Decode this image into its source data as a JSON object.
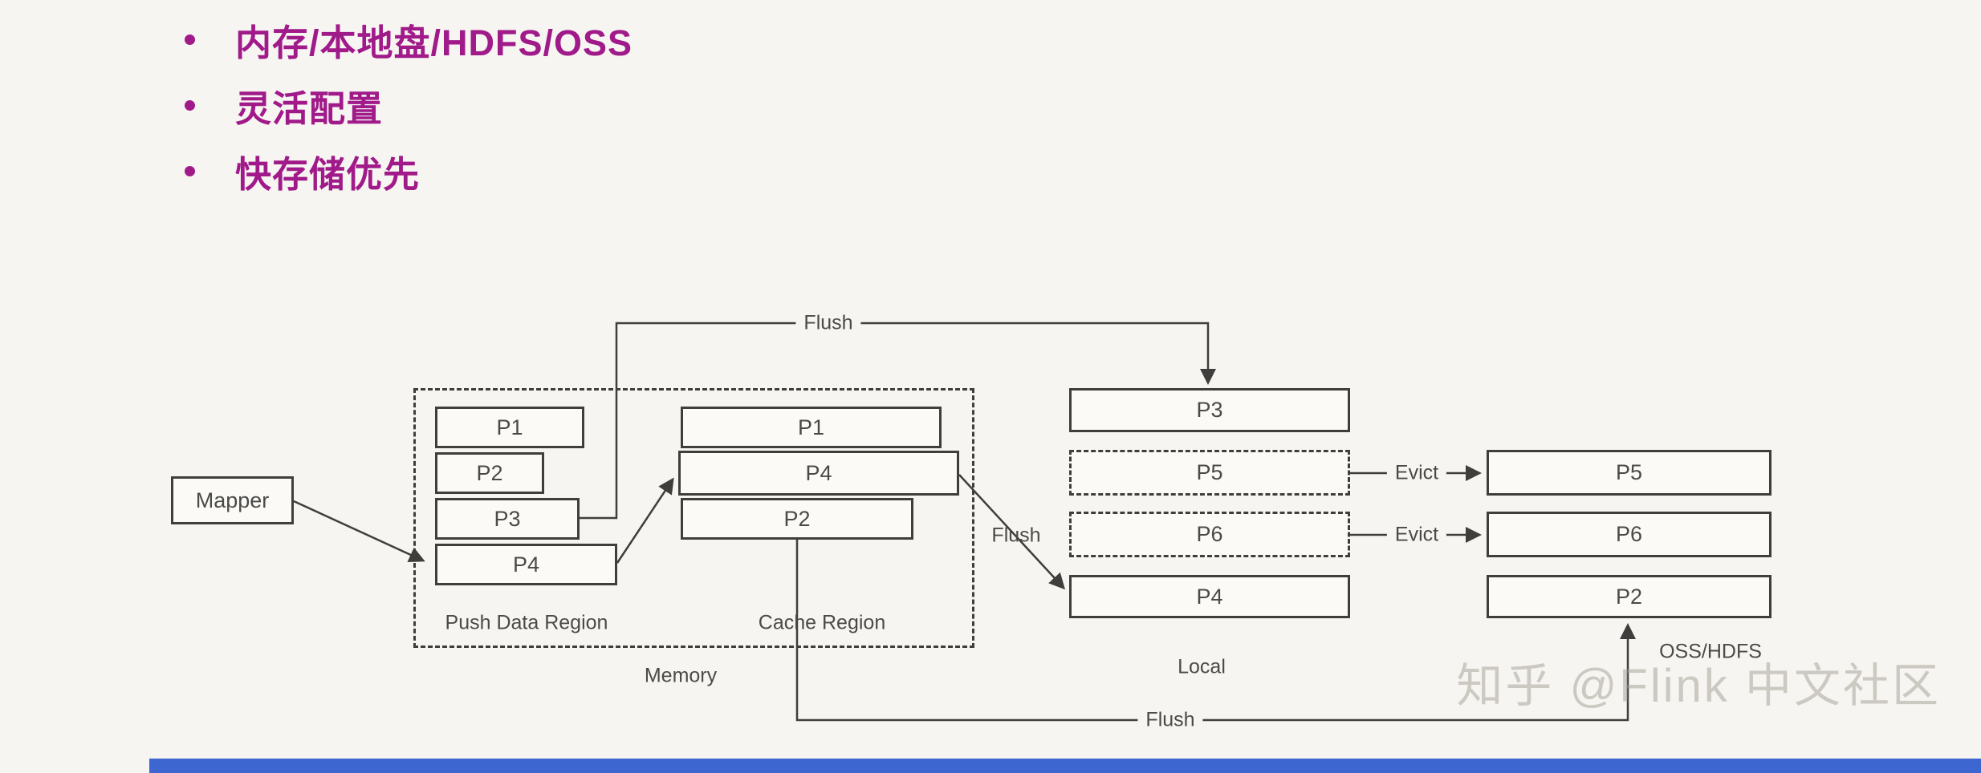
{
  "colors": {
    "accent": "#A01A8A",
    "footer": "#3E66D0",
    "watermark": "rgba(162,156,148,0.5)"
  },
  "bullets": {
    "items": [
      "内存/本地盘/HDFS/OSS",
      "灵活配置",
      "快存储优先"
    ]
  },
  "diagram": {
    "mapper": {
      "label": "Mapper"
    },
    "memory": {
      "label": "Memory",
      "push_data_region": {
        "label": "Push Data Region",
        "partitions": [
          "P1",
          "P2",
          "P3",
          "P4"
        ]
      },
      "cache_region": {
        "label": "Cache Region",
        "partitions": [
          "P1",
          "P4",
          "P2"
        ]
      }
    },
    "local": {
      "label": "Local",
      "partitions": [
        {
          "label": "P3",
          "style": "solid"
        },
        {
          "label": "P5",
          "style": "dashed"
        },
        {
          "label": "P6",
          "style": "dashed"
        },
        {
          "label": "P4",
          "style": "solid"
        }
      ]
    },
    "remote": {
      "label": "OSS/HDFS",
      "partitions": [
        "P5",
        "P6",
        "P2"
      ]
    },
    "edges": {
      "flush_top": "Flush",
      "flush_mid": "Flush",
      "flush_bottom": "Flush",
      "evict_p5": "Evict",
      "evict_p6": "Evict"
    }
  },
  "watermark": {
    "text": "知乎 @Flink 中文社区"
  }
}
